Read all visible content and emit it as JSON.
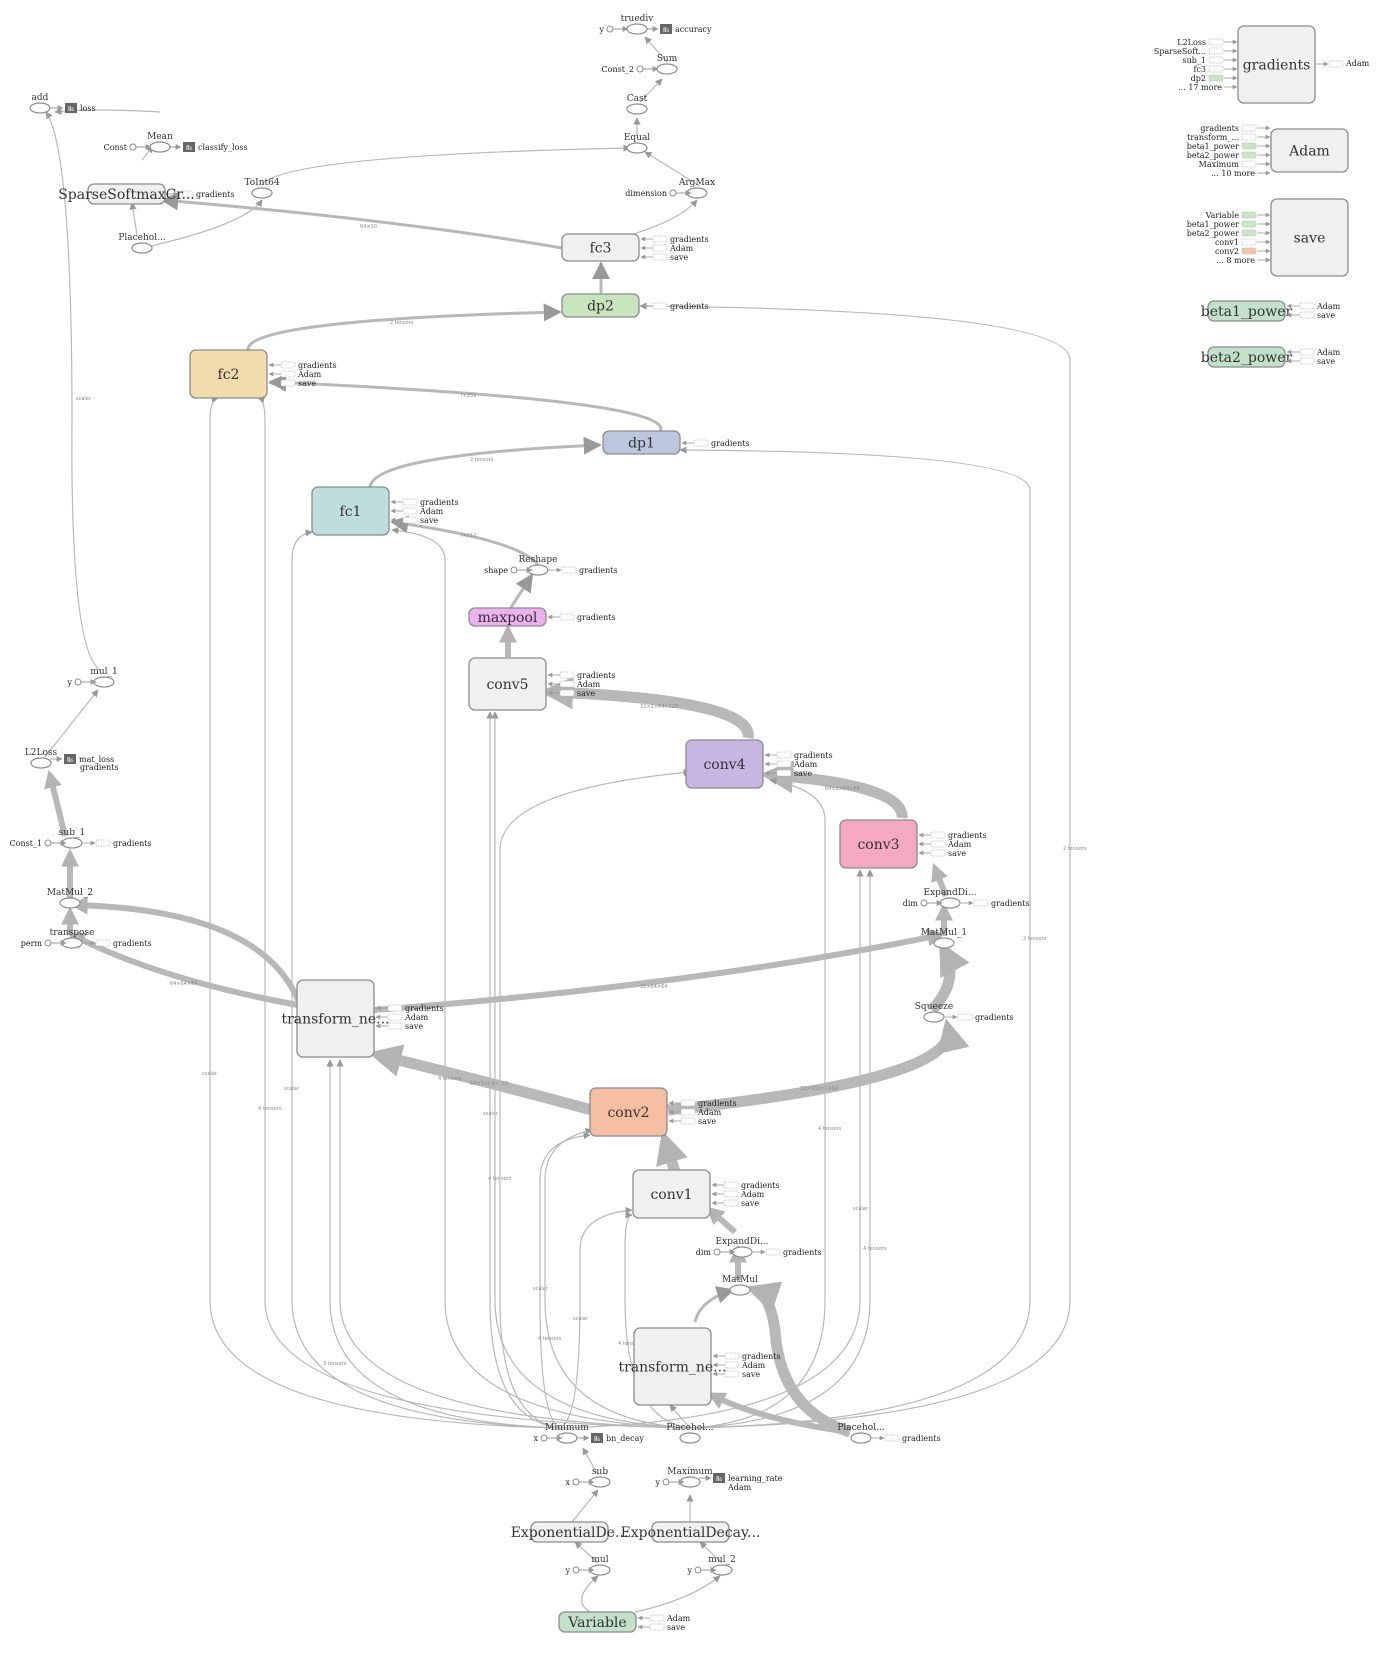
{
  "colors": {
    "gray": "#f0f0f0",
    "fc2": "#f0dcac",
    "fc1": "#bfdddd",
    "dp1": "#bcc6dc",
    "dp2": "#c8e4bc",
    "fc3": "#f0f0f0",
    "maxpool": "#eeb1ef",
    "conv2": "#f5bea2",
    "conv3": "#f4a8c2",
    "conv4": "#c7b5e2",
    "green": "#c3e1c9",
    "orange_stub": "#f7c5a6",
    "green_stub": "#c7e7c3"
  },
  "nodes": {
    "add": "add",
    "loss": "loss",
    "mean": "Mean",
    "const": "Const",
    "classify_loss": "classify_loss",
    "sparse": "SparseSoftmaxCr...",
    "sparse_grad": "gradients",
    "toint64": "ToInt64",
    "placeholder_top": "Placehol...",
    "truediv": "truediv",
    "y_truediv": "y",
    "accuracy": "accuracy",
    "sum": "Sum",
    "const2": "Const_2",
    "cast": "Cast",
    "equal": "Equal",
    "argmax": "ArgMax",
    "dimension": "dimension",
    "fc3": "fc3",
    "dp2": "dp2",
    "fc2": "fc2",
    "dp1": "dp1",
    "fc1": "fc1",
    "reshape": "Reshape",
    "shape": "shape",
    "maxpool": "maxpool",
    "conv5": "conv5",
    "conv4": "conv4",
    "conv3": "conv3",
    "expanddims_top": "ExpandDi...",
    "dim": "dim",
    "matmul1": "MatMul_1",
    "squeeze": "Squeeze",
    "conv2": "conv2",
    "conv1": "conv1",
    "expanddims_bottom": "ExpandDi...",
    "matmul": "MatMul",
    "transform_top": "transform_ne...",
    "transform_bottom": "transform_ne...",
    "mul1": "mul_1",
    "y": "y",
    "l2loss": "L2Loss",
    "mat_loss": "mat_loss",
    "sub1": "sub_1",
    "const1": "Const_1",
    "matmul2": "MatMul_2",
    "transpose": "transpose",
    "perm": "perm",
    "minimum": "Minimum",
    "x": "x",
    "bn_decay": "bn_decay",
    "placeholder_mid": "Placehol...",
    "placeholder_right": "Placehol...",
    "sub": "sub",
    "maximum": "Maximum",
    "learning_rate": "learning_rate",
    "expdecay_left": "ExponentialDe...",
    "expdecay_right": "ExponentialDecay...",
    "mul": "mul",
    "mul2": "mul_2",
    "variable": "Variable",
    "gradients": "gradients",
    "adam": "Adam",
    "save": "save",
    "beta1": "beta1_power",
    "beta2": "beta2_power"
  },
  "aux": {
    "gradients": "gradients",
    "adam": "Adam",
    "save": "save",
    "summary_icon": "Ⅱ₆"
  },
  "side_panels": {
    "gradients": {
      "inputs": [
        "L2Loss",
        "SparseSoft...",
        "sub_1",
        "fc3",
        "dp2",
        "... 17 more"
      ],
      "output": "Adam"
    },
    "adam": {
      "inputs": [
        "gradients",
        "transform_...",
        "beta1_power",
        "beta2_power",
        "Maximum",
        "... 10 more"
      ]
    },
    "save": {
      "inputs": [
        "Variable",
        "beta1_power",
        "beta2_power",
        "conv1",
        "conv2",
        "... 8 more"
      ]
    },
    "beta1": {
      "outputs": [
        "Adam",
        "save"
      ]
    },
    "beta2": {
      "outputs": [
        "Adam",
        "save"
      ]
    }
  },
  "edge_labels": {
    "fc3_to_sparse": "64×10",
    "dp2_to_fc2": "2 tensors",
    "fc2_to_dp1": "?×256",
    "dp1_to_fc1": "2 tensors",
    "reshape_to_fc1": "?×512",
    "conv4_to_conv5": "32×1×64×128",
    "conv3_to_conv4": "64×1×64×64",
    "conv2_to_transform": "64×1×64×128",
    "conv2_to_squeeze": "32×102×1×64",
    "transform_to_matmul1": "32×64×64",
    "transform_to_transpose": "64×64×64",
    "scalar": "scalar",
    "four_tensors": "4 tensors",
    "three_tensors": "3 tensors",
    "two_tensors": "2 tensors",
    "loss_scalar": "scalar"
  }
}
